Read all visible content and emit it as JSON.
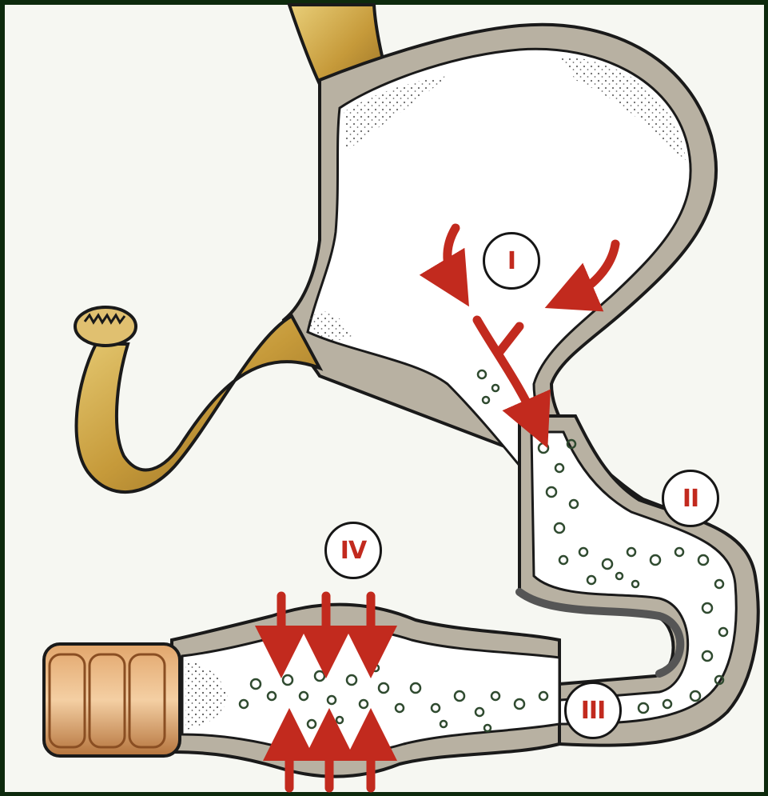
{
  "stages": [
    {
      "id": "I",
      "label": "I"
    },
    {
      "id": "II",
      "label": "II"
    },
    {
      "id": "III",
      "label": "III"
    },
    {
      "id": "IV",
      "label": "IV"
    }
  ],
  "colors": {
    "frame": "#0d2a0d",
    "background": "#f6f7f2",
    "organ_wall": "#a39b8a",
    "outline": "#1a1a1a",
    "tube": "#b58a2e",
    "tube_highlight": "#e9cf79",
    "colon": "#c9864c",
    "arrow": "#c22a1e",
    "label_text": "#c22a1e",
    "bubble": "#2f4a2f"
  }
}
